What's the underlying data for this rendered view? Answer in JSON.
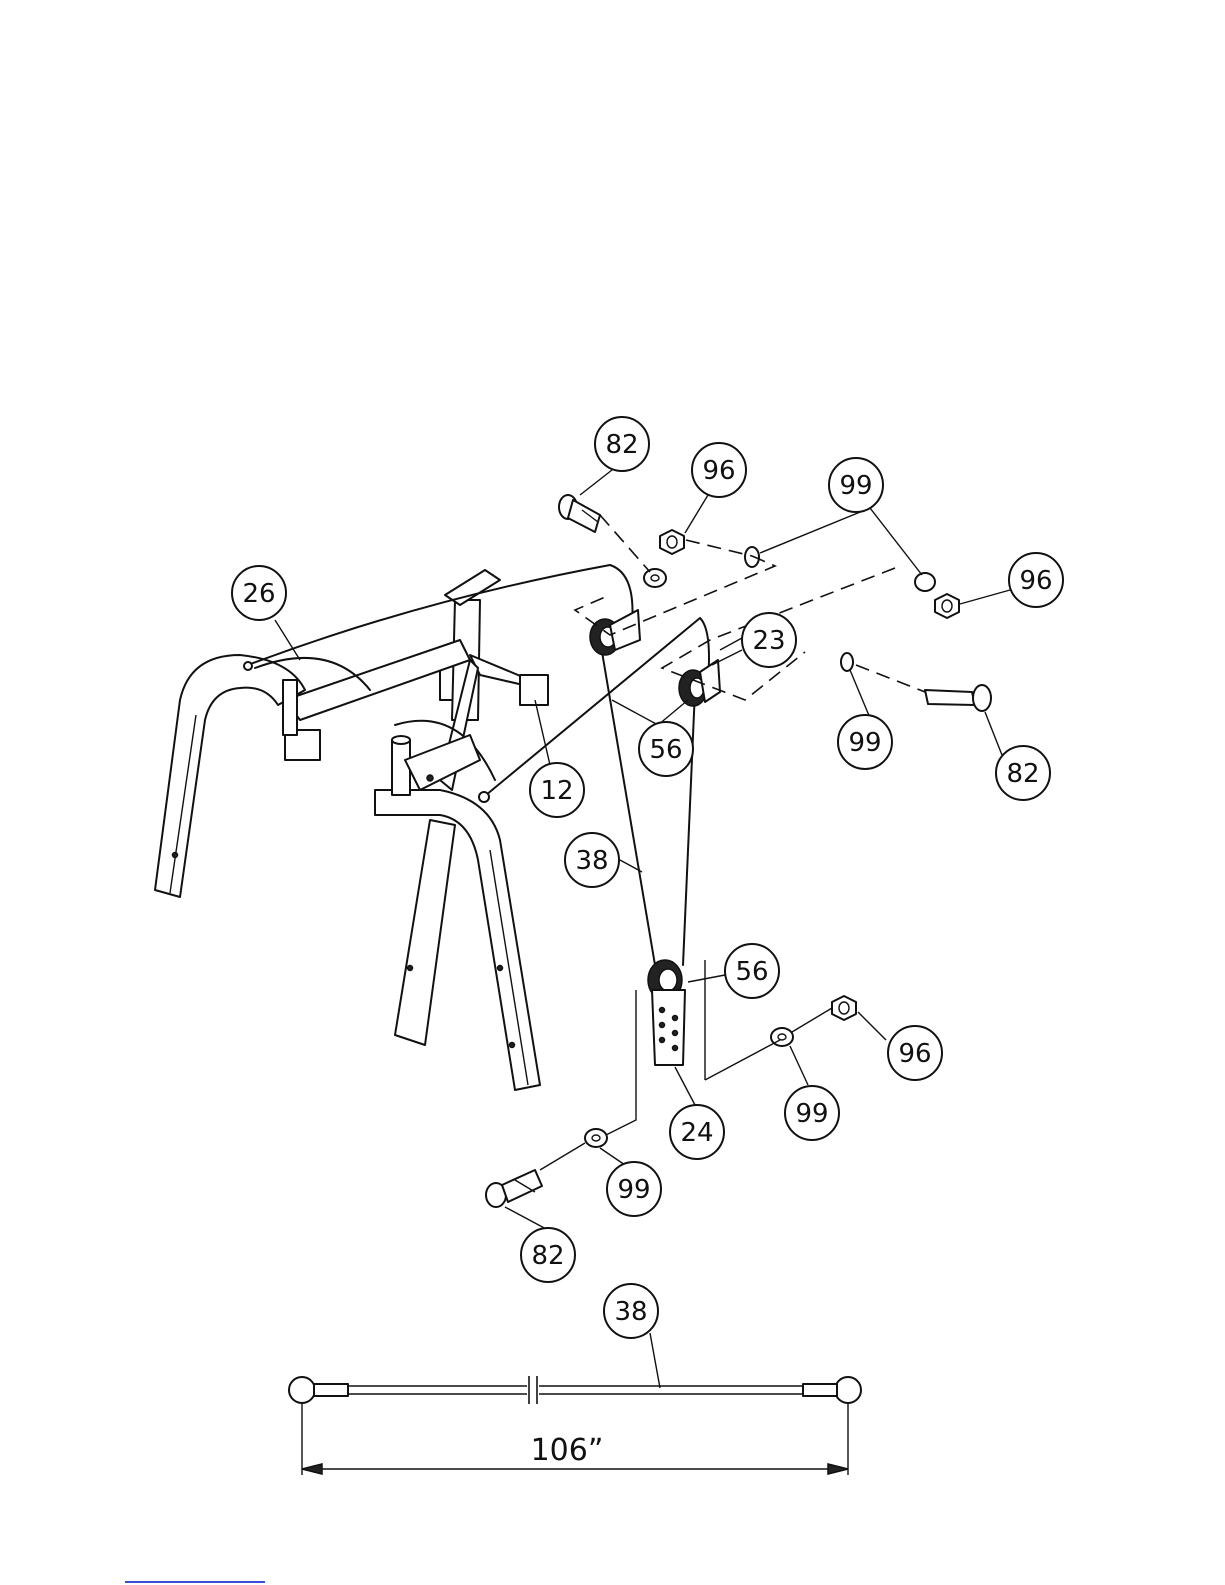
{
  "part_labels": [
    "82",
    "96",
    "99",
    "26",
    "96",
    "23",
    "99",
    "82",
    "56",
    "12",
    "38",
    "56",
    "96",
    "99",
    "24",
    "99",
    "82",
    "38"
  ],
  "dimension": {
    "cable_length": "106”"
  },
  "colors": {
    "line": "#111111",
    "background": "#ffffff",
    "bottom_link": "#3a4fd6"
  }
}
